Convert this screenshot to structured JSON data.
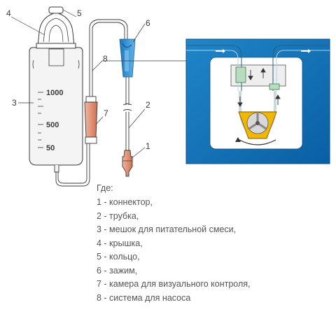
{
  "callouts": [
    "1",
    "2",
    "3",
    "4",
    "5",
    "6",
    "7",
    "8"
  ],
  "bag_scale": [
    "1000",
    "500",
    "50"
  ],
  "legend": {
    "title": "Где:",
    "items": [
      "1 - коннектор,",
      "2 - трубка,",
      "3 - мешок для питательной смеси,",
      "4 - крышка,",
      "5 - кольцо,",
      "6 - зажим,",
      "7 - камера для визуального контроля,",
      "8 - система для насоса"
    ]
  },
  "colors": {
    "line": "#3a3a3a",
    "pump_panel": "#0072bc",
    "pump_panel_light": "#5aa7dd",
    "clamp": "#2e8fd0",
    "drip_chamber": "#e39a7e",
    "rotor": "#f2b700",
    "arrow_text": "#444444"
  }
}
